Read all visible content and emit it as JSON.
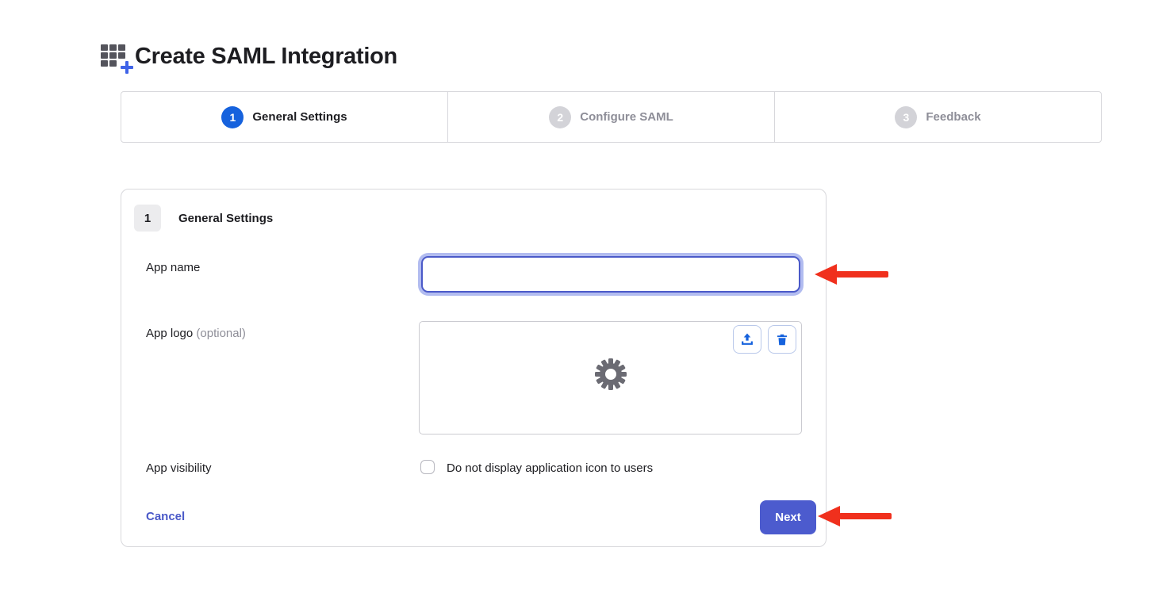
{
  "page": {
    "title": "Create SAML Integration"
  },
  "stepper": {
    "steps": [
      {
        "number": "1",
        "label": "General Settings",
        "state": "active"
      },
      {
        "number": "2",
        "label": "Configure SAML",
        "state": "inactive"
      },
      {
        "number": "3",
        "label": "Feedback",
        "state": "inactive"
      }
    ]
  },
  "form": {
    "section_number": "1",
    "section_title": "General Settings",
    "app_name": {
      "label": "App name",
      "value": "",
      "placeholder": ""
    },
    "app_logo": {
      "label": "App logo",
      "optional": "(optional)"
    },
    "app_visibility": {
      "label": "App visibility",
      "checkbox_label": "Do not display application icon to users",
      "checked": false
    },
    "cancel_label": "Cancel",
    "next_label": "Next"
  },
  "icons": {
    "title_icon": "add-application-grid-icon",
    "logo_upload": "upload-icon",
    "logo_delete": "trash-icon",
    "logo_placeholder": "gear-icon"
  },
  "colors": {
    "step_active_blue": "#1662dd",
    "step_inactive_gray": "#d3d3d8",
    "primary_indigo": "#4c5bce",
    "link_indigo": "#4a59c8",
    "annotation_arrow_red": "#f0301d",
    "border_gray": "#d8d8dc"
  },
  "annotations": {
    "arrows": [
      {
        "points_to": "app-name-input"
      },
      {
        "points_to": "next-button"
      }
    ]
  }
}
